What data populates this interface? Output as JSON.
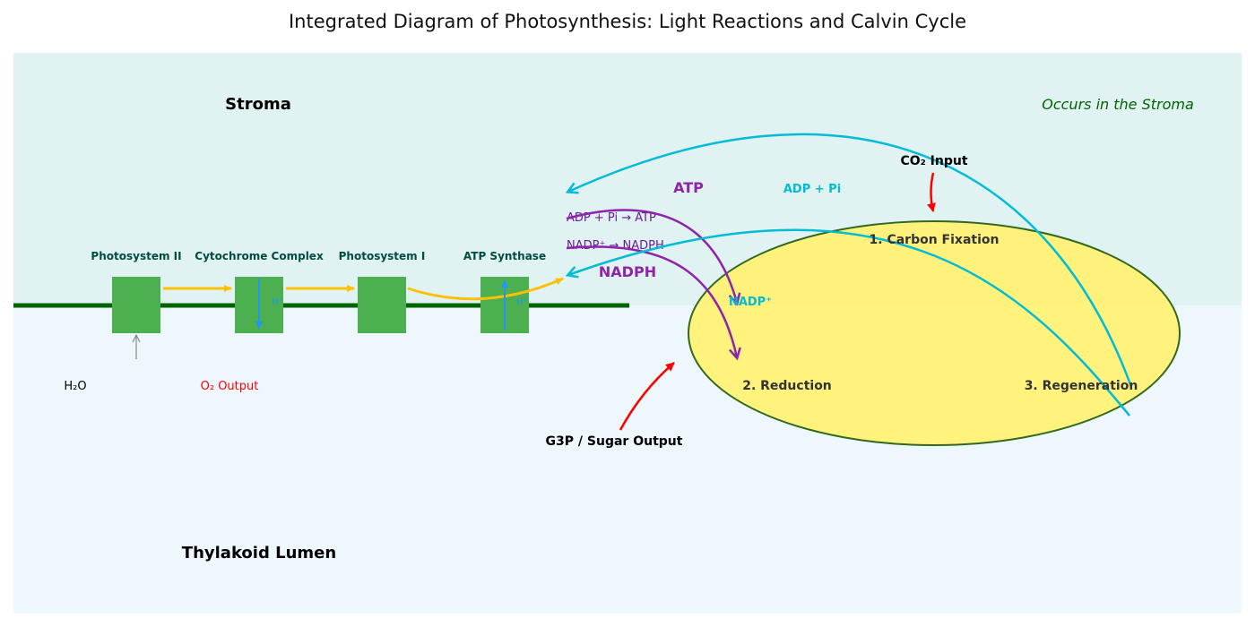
{
  "title": "Integrated Diagram of Photosynthesis: Light Reactions and Calvin Cycle",
  "regions": {
    "stroma": "Stroma",
    "lumen": "Thylakoid Lumen",
    "calvin_location": "Occurs in the Stroma"
  },
  "complexes": {
    "ps2": "Photosystem II",
    "cytb6f": "Cytochrome Complex",
    "ps1": "Photosystem I",
    "atp_synthase": "ATP Synthase"
  },
  "proton_label": "H⁺",
  "inputs_outputs": {
    "h2o": "H₂O",
    "o2": "O₂ Output",
    "co2": "CO₂ Input",
    "g3p": "G3P / Sugar Output"
  },
  "reactions": {
    "atp": "ADP + Pi → ATP",
    "nadph": "NADP⁺ → NADPH"
  },
  "carriers": {
    "atp": "ATP",
    "nadph": "NADPH",
    "adp_pi": "ADP + Pi",
    "nadp": "NADP⁺"
  },
  "calvin_steps": {
    "fixation": "1. Carbon Fixation",
    "reduction": "2. Reduction",
    "regeneration": "3. Regeneration"
  },
  "colors": {
    "stroma_bg": "#e0f2f1",
    "lumen_bg": "#eef7fc",
    "membrane": "#006400",
    "complex": "#4caf50",
    "complex_label": "#004d40",
    "electron_flow": "#ffc107",
    "proton": "#2196f3",
    "energy_carrier": "#8e24aa",
    "return_flow": "#00bcd4",
    "calvin_fill": "#fff176",
    "calvin_edge": "#33691e",
    "red_arrow": "#ff0000",
    "stroma_note": "#006400"
  }
}
